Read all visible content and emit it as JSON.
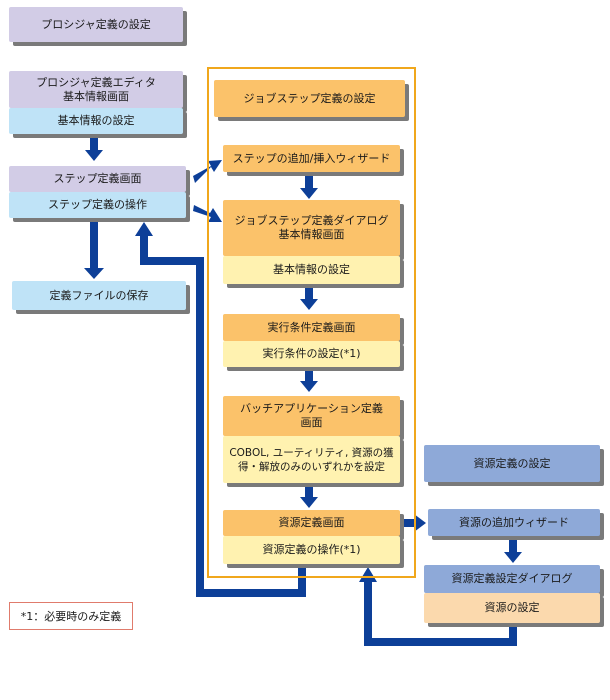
{
  "left": {
    "procedure_title": "プロシジャ定義の設定",
    "editor_screen": "プロシジャ定義エディタ\n基本情報画面",
    "basic_info_setting": "基本情報の設定",
    "step_def_screen": "ステップ定義画面",
    "step_def_operation": "ステップ定義の操作",
    "save_def_file": "定義ファイルの保存"
  },
  "center": {
    "jobstep_title": "ジョブステップ定義の設定",
    "add_insert_wizard": "ステップの追加/挿入ウィザード",
    "jobstep_dialog": "ジョブステップ定義ダイアログ\n基本情報画面",
    "basic_info_setting": "基本情報の設定",
    "exec_cond_screen": "実行条件定義画面",
    "exec_cond_setting": "実行条件の設定(*1)",
    "batch_app_screen": "バッチアプリケーション定義\n画面",
    "batch_app_setting": "COBOL, ユーティリティ, 資源の獲\n得・解放のみのいずれかを設定",
    "resource_def_screen": "資源定義画面",
    "resource_def_operation": "資源定義の操作(*1)"
  },
  "right": {
    "resource_title": "資源定義の設定",
    "resource_add_wizard": "資源の追加ウィザード",
    "resource_setting_dialog": "資源定義設定ダイアログ",
    "resource_setting": "資源の設定"
  },
  "note": "*1：必要時のみ定義",
  "colors": {
    "lavender": "#d2cce6",
    "light_blue": "#bfe3f7",
    "orange": "#fbc26a",
    "light_yellow": "#fff2b0",
    "steel_blue": "#8ea9d8",
    "peach": "#fbd9ad",
    "frame": "#f0a71c",
    "arrow": "#0d3f98",
    "note_border": "#e07b6c"
  }
}
